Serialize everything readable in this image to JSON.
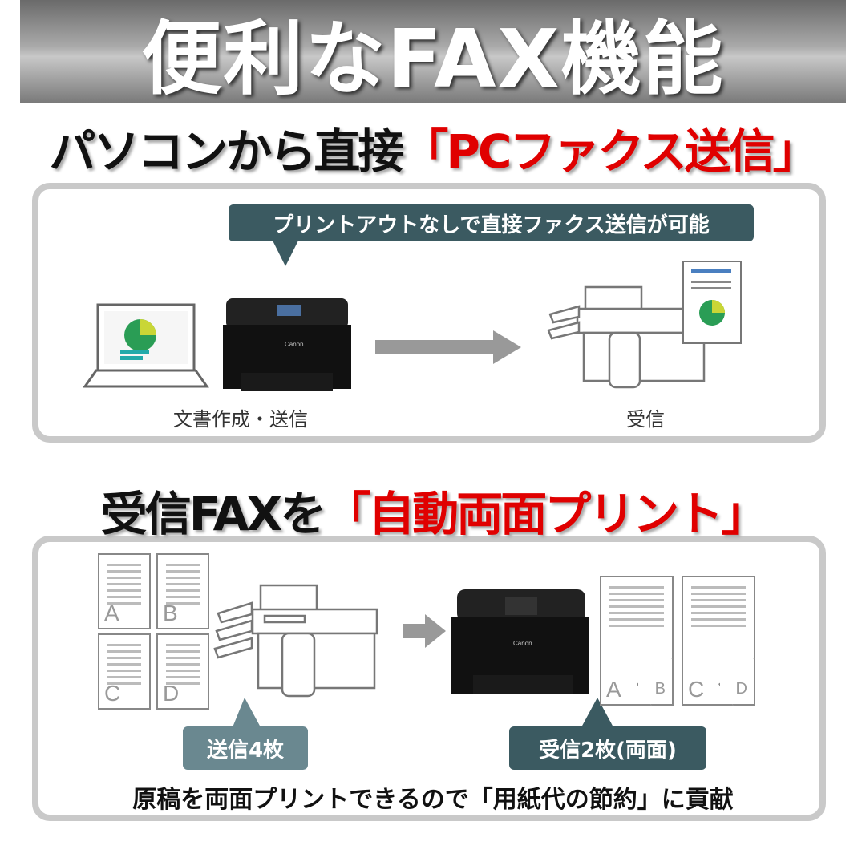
{
  "banner": {
    "title": "便利なFAX機能"
  },
  "section1": {
    "heading_black": "パソコンから直接",
    "heading_red": "「PCファクス送信」",
    "callout": "プリントアウトなしで直接ファクス送信が可能",
    "label_send": "文書作成・送信",
    "label_receive": "受信"
  },
  "section2": {
    "heading_black": "受信FAXを",
    "heading_red": "「自動両面プリント」",
    "pages_sent": [
      "A",
      "B",
      "C",
      "D"
    ],
    "pages_received": [
      {
        "front": "A",
        "back": "B"
      },
      {
        "front": "C",
        "back": "D"
      }
    ],
    "callout_sent": "送信4枚",
    "callout_received": "受信2枚(両面)",
    "footer": "原稿を両面プリントできるので「用紙代の節約」に貢献"
  },
  "colors": {
    "accent_red": "#e00000",
    "callout_dark": "#3b5a61",
    "callout_light": "#6a8890",
    "panel_border": "#c9c9c9"
  }
}
